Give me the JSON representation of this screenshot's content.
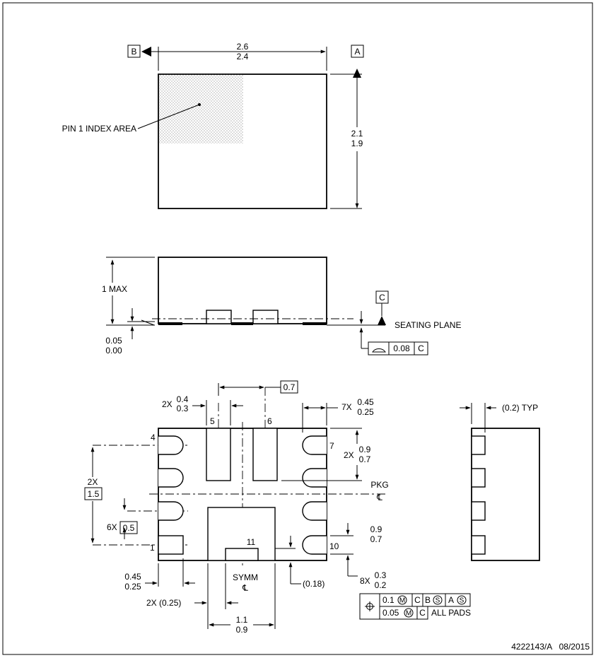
{
  "datums": {
    "b": "B",
    "a": "A",
    "c": "C"
  },
  "top_view": {
    "pin1_label": "PIN 1 INDEX AREA",
    "width_max": "2.6",
    "width_min": "2.4",
    "height_max": "2.1",
    "height_min": "1.9"
  },
  "side_view": {
    "height_label": "1 MAX",
    "standoff_max": "0.05",
    "standoff_min": "0.00",
    "seating_plane": "SEATING PLANE",
    "flatness_value": "0.08",
    "flatness_datum": "C"
  },
  "bottom_view": {
    "pin_numbers": [
      "1",
      "4",
      "5",
      "6",
      "7",
      "10",
      "11"
    ],
    "dim_2x_prefix": "2X",
    "dim_2x_max": "0.4",
    "dim_2x_min": "0.3",
    "pitch_07": "0.7",
    "dim_7x_prefix": "7X",
    "dim_7x_max": "0.45",
    "dim_7x_min": "0.25",
    "dim_09_prefix": "2X",
    "dim_09_max": "0.9",
    "dim_09_min": "0.7",
    "pkg_label": "PKG",
    "cl_symbol": "℄",
    "left_2x": "2X",
    "left_15": "1.5",
    "dim_6x_prefix": "6X",
    "dim_6x_value": "0.5",
    "dim_09b_max": "0.9",
    "dim_09b_min": "0.7",
    "pad1_max": "0.45",
    "pad1_min": "0.25",
    "symm_label": "SYMM",
    "dim_018": "(0.18)",
    "dim_8x_prefix": "8X",
    "dim_8x_max": "0.3",
    "dim_8x_min": "0.2",
    "dim_2x025": "2X (0.25)",
    "dim_11_max": "1.1",
    "dim_11_min": "0.9"
  },
  "position_fcf": {
    "row1_tol": "0.1",
    "row1_modifier": "M",
    "row1_datum1": "C",
    "row1_datum2": "B",
    "row1_datum2_mod": "S",
    "row1_datum3": "A",
    "row1_datum3_mod": "S",
    "row2_tol": "0.05",
    "row2_modifier": "M",
    "row2_datum": "C",
    "all_pads": "ALL PADS"
  },
  "side_end_view": {
    "typ_label": "(0.2) TYP"
  },
  "footer": {
    "doc_number": "4222143/A   08/2015"
  }
}
